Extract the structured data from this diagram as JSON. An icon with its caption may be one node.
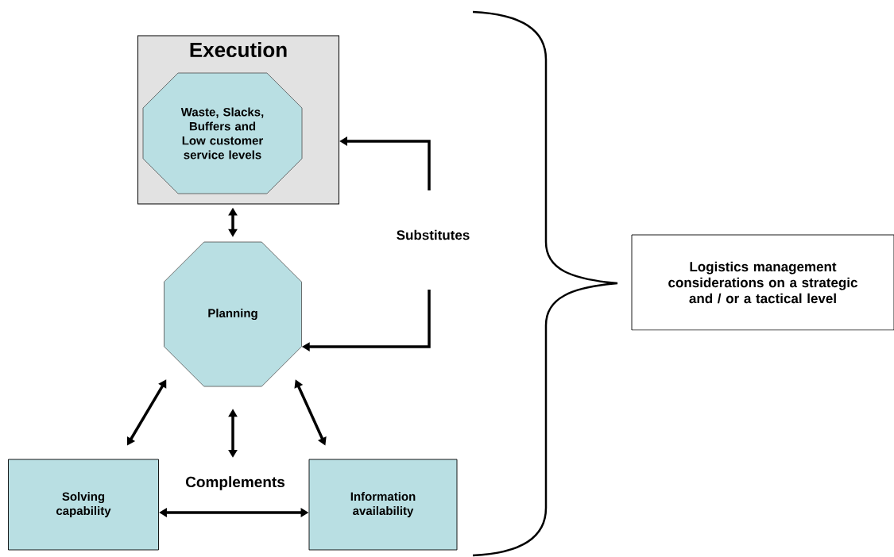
{
  "diagram": {
    "nodes": [
      {
        "text": [
          "Execution"
        ]
      },
      {
        "text": [
          "Waste, Slacks, Buffers and Low customer service levels"
        ],
        "in": 0
      },
      {
        "text": [
          "Planning"
        ]
      },
      {
        "text": [
          "Solving capability"
        ]
      },
      {
        "text": [
          "Information availability"
        ]
      },
      {
        "text": [
          "Complements"
        ]
      },
      {
        "text": [
          "Logistics management considerations on a strategic and / or a tactical level"
        ]
      }
    ],
    "edges": [
      {
        "from": 0,
        "to": 2,
        "arrow": "both"
      },
      {
        "from": 2,
        "to": 3,
        "arrow": "both"
      },
      {
        "from": 2,
        "to": 5,
        "arrow": "both"
      },
      {
        "from": 2,
        "to": 4,
        "arrow": "both"
      },
      {
        "from": 3,
        "to": 4,
        "arrow": "both"
      },
      {
        "from": null,
        "to": 0,
        "arrow": "to"
      },
      {
        "from": null,
        "to": 2,
        "arrow": "to"
      }
    ],
    "labels": [
      "Substitutes"
    ]
  }
}
